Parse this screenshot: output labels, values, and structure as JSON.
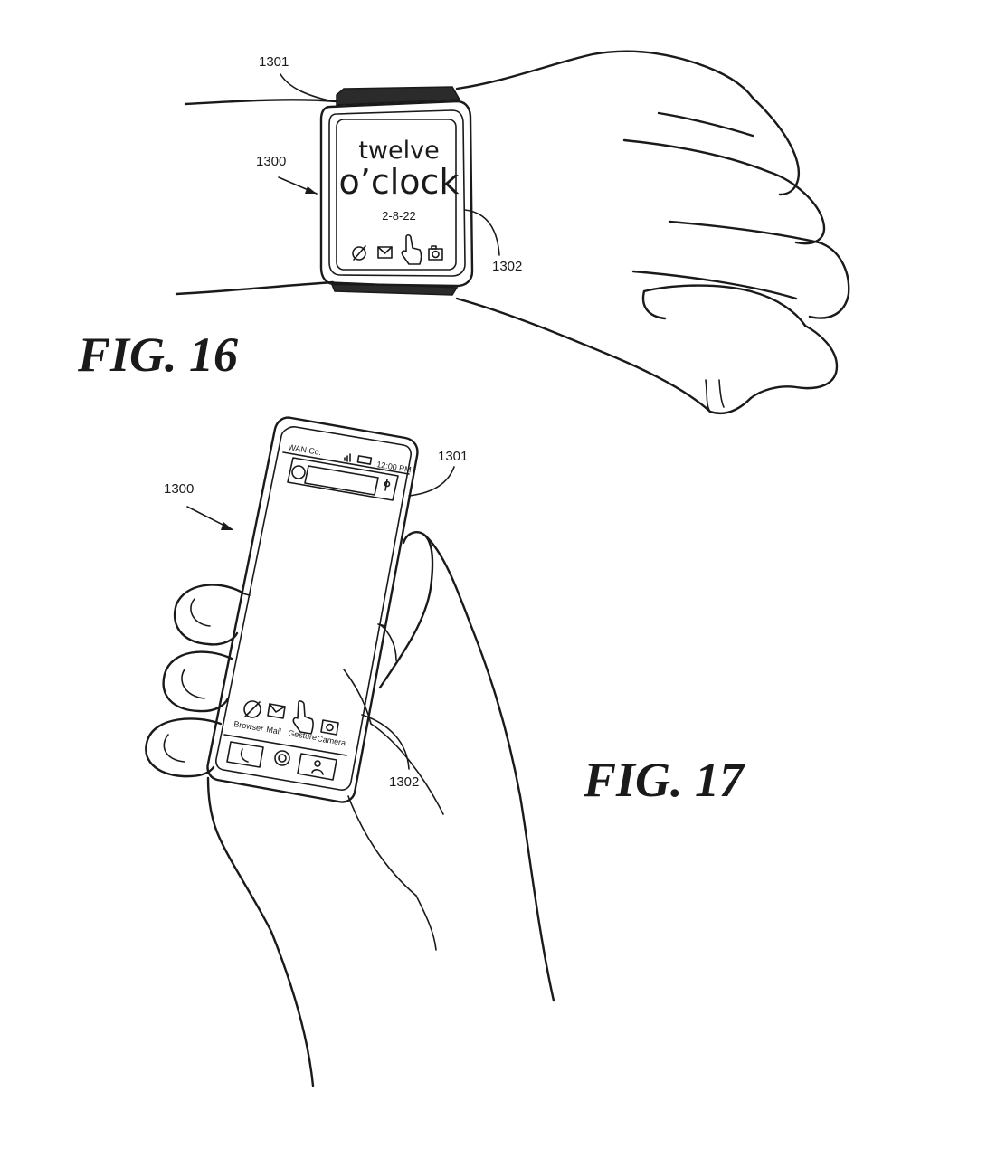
{
  "figure16": {
    "caption": "FIG. 16",
    "watch": {
      "line1": "twelve",
      "line2": "o’clock",
      "date": "2-8-22",
      "icons": [
        "browser-icon",
        "mail-icon",
        "gesture-hand-icon",
        "camera-icon"
      ]
    },
    "refs": {
      "device": "1300",
      "housing": "1301",
      "display": "1302"
    }
  },
  "figure17": {
    "caption": "FIG. 17",
    "phone": {
      "carrier": "WAN Co.",
      "time": "12:00 PM",
      "apps": [
        "Browser",
        "Mail",
        "Gesture",
        "Camera"
      ],
      "dock_icons": [
        "phone-icon",
        "home-icon",
        "contacts-icon"
      ]
    },
    "refs": {
      "device": "1300",
      "housing": "1301",
      "display": "1302"
    }
  }
}
